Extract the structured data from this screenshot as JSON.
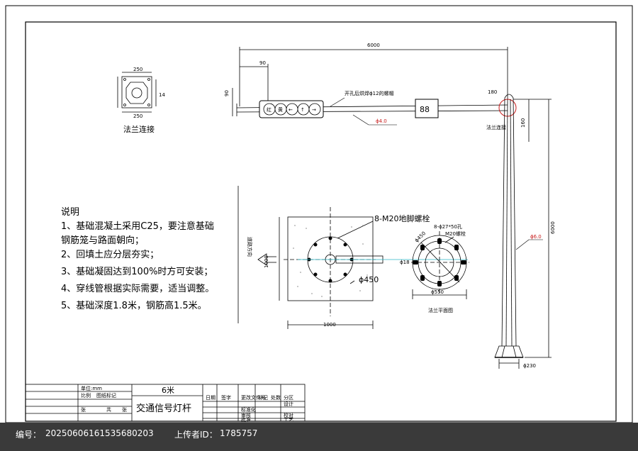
{
  "dims": {
    "arm_length": "6000",
    "arm_offset": "90",
    "arm_height": "90",
    "flange_gap": "180",
    "cap_gap": "160",
    "pole_height": "6000",
    "base_dia": "ϕ230",
    "found_width": "1000",
    "found_height": "1000",
    "found_circle": "ϕ450",
    "flange_dia": "ϕ550",
    "flange_inner": "ϕ18",
    "flange_bolt": "ϕ450",
    "flange_small": "250",
    "flange_small2": "250",
    "flange_side": "14"
  },
  "labels": {
    "flange_connect_left": "法兰连接",
    "flange_connect_right": "法兰连接",
    "weld_note": "开孔后烘焊ϕ12的螺帽",
    "arm_pipe": "ϕ4.0",
    "pole_pipe": "ϕ6.0",
    "anchor_bolts": "8-M20地脚螺栓",
    "holes": "8-ϕ27*50孔",
    "m20": "M20螺栓",
    "flange_plan": "法兰平面图",
    "road_direction": "道路方向"
  },
  "signal_lights": [
    "红",
    "黄",
    "←",
    "↑",
    "→"
  ],
  "countdown": "88",
  "notes": {
    "title": "说明",
    "items": [
      "1、基础混凝土采用C25，要注意基础",
      "钢筋笼与路面朝向；",
      "2、回填土应分层夯实；",
      "3、基础凝固达到100%时方可安装；",
      "4、穿线管根据实际需要，适当调整。",
      "5、基础深度1.8米，钢筋高1.5米。"
    ]
  },
  "title_block": {
    "spec": "6米",
    "name": "交通信号灯杆",
    "scale_label": "比例",
    "scale_value": "图纸标记",
    "unit": "单位:mm",
    "sheet": "张",
    "total": "共",
    "page": "张",
    "design": "设计",
    "standard": "标准化",
    "check": "校对",
    "review": "审核",
    "process": "工艺",
    "approve": "批准",
    "date": "日期",
    "sign": "签字",
    "change_doc": "更改文件号",
    "mark": "标记",
    "count": "处数",
    "zone": "分区"
  },
  "footer": {
    "id_label": "编号：",
    "id_value": "20250606161535680203",
    "uploader_label": "上传者ID：",
    "uploader_value": "1785757"
  }
}
